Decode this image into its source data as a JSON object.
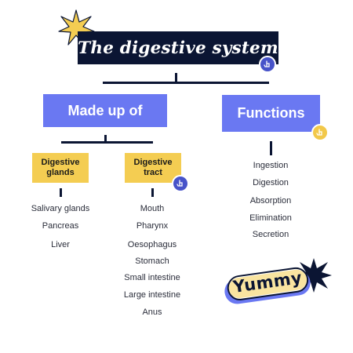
{
  "title": "The digestive system",
  "branches": {
    "made_up_of": "Made up of",
    "functions": "Functions"
  },
  "glands": {
    "label_line1": "Digestive",
    "label_line2": "glands",
    "items": [
      "Salivary glands",
      "Pancreas",
      "Liver"
    ]
  },
  "tract": {
    "label_line1": "Digestive",
    "label_line2": "tract",
    "items": [
      "Mouth",
      "Pharynx",
      "Oesophagus",
      "Stomach",
      "Small intestine",
      "Large intestine",
      "Anus"
    ]
  },
  "functions_list": [
    "Ingestion",
    "Digestion",
    "Absorption",
    "Elimination",
    "Secretion"
  ],
  "sticker": "Yummy",
  "colors": {
    "navy": "#0b1533",
    "blue": "#6a78f2",
    "yellow": "#f4cd52"
  },
  "icons": [
    "sparkle-icon",
    "tap-icon",
    "star-burst-icon"
  ]
}
